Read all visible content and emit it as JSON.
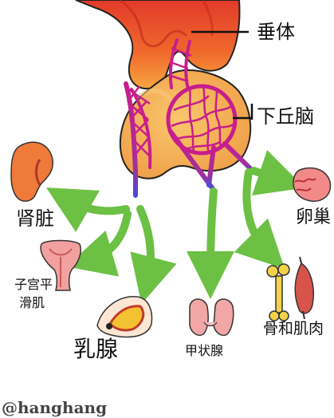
{
  "labels": {
    "pituitary": "垂体",
    "hypothalamus": "下丘脑",
    "kidney": "肾脏",
    "ovary": "卵巢",
    "uterus_line1": "子宫平",
    "uterus_line2": "滑肌",
    "breast": "乳腺",
    "thyroid": "甲状腺",
    "bone_muscle": "骨和肌肉"
  },
  "watermark": "@hanghang",
  "colors": {
    "brain_red": "#e0412a",
    "gland_orange": "#f3a34a",
    "vessel_magenta": "#c81e8c",
    "vessel_blue": "#4b4bd8",
    "arrow_green": "#6cc044"
  }
}
